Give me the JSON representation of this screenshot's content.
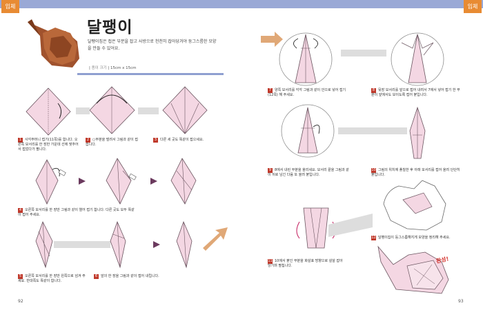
{
  "header": {
    "left_tag": "입체",
    "right_tag": "입체"
  },
  "title": "달팽이",
  "intro": "달팽이집은 접은 부분을 잡고 사방으로 천천히 잡아당겨야 둥그스름한 모양을 만들 수 있어요.",
  "paper_size": {
    "label": "종이 크기",
    "value": "15cm x 15cm"
  },
  "steps": [
    {
      "num": "1",
      "text": "사각주머니 접기(11쪽)를 합니다. 오른쪽 모서리를 한 장만 가운데 선에 맞추어서 접었다가 펼니다."
    },
    {
      "num": "2",
      "text": "○부분을 벌려서 그림과 같이 접습니다."
    },
    {
      "num": "3",
      "text": "다른 세 곳도 똑같이 접으세요."
    },
    {
      "num": "4",
      "text": "오른쪽 모서리를 한 장만 그림과 같이 열어 접기 합니다. 다른 곳도 모두 똑같이 접어 주세요."
    },
    {
      "num": "5",
      "text": "오른쪽 모서리를 한 장만 왼쪽으로 넘겨 주세요. 반대쪽도 똑같이 합니다."
    },
    {
      "num": "6",
      "text": "앞의 한 장을 그림과 같이 접어 내립니다."
    },
    {
      "num": "7",
      "text": "양쪽 모서리를 각각 그림과 같이 안으로 넣어 접기(12쪽) 해 주세요."
    },
    {
      "num": "8",
      "text": "뒷장 모서리를 앞으로 접어 내려서 7에서 넣어 접기 한 부분이 앞에서도 보이도록 접어 붙입니다."
    },
    {
      "num": "9",
      "text": "8에서 내린 부분을 올리세요. 모서리 끝을 그림과 같이 뒤로 남긴 다음 또 올려 붙입니다."
    },
    {
      "num": "10",
      "text": "그림의 위치에 풀칠한 후 아래 모서리를 접어 올려 단단히 붙입니다."
    },
    {
      "num": "11",
      "text": "10에서 붙인 부분을 화살표 방향으로 살살 잡아당기며 펼칩니다."
    },
    {
      "num": "12",
      "text": "달팽이집이 둥그스름해지게 모양을 정리해 주세요."
    }
  ],
  "complete_label": "완성!",
  "page_numbers": {
    "left": "92",
    "right": "93"
  },
  "colors": {
    "accent": "#e88b33",
    "band": "#9aa9d6",
    "step_badge": "#c0392b",
    "paper": "#f4d7e3",
    "paper_edge": "#6b5560",
    "snail": "#a0522d"
  }
}
